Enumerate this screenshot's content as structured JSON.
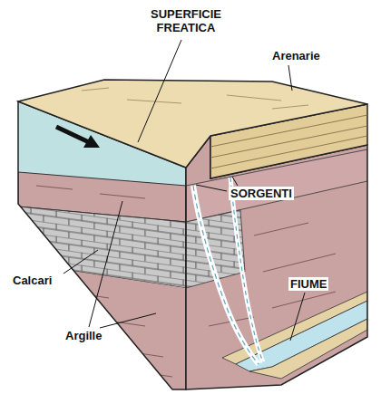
{
  "diagram": {
    "labels": [
      "SUPERFICIE FREATICA",
      "Arenarie",
      "SORGENTI",
      "FIUME",
      "Calcari",
      "Argille"
    ]
  }
}
